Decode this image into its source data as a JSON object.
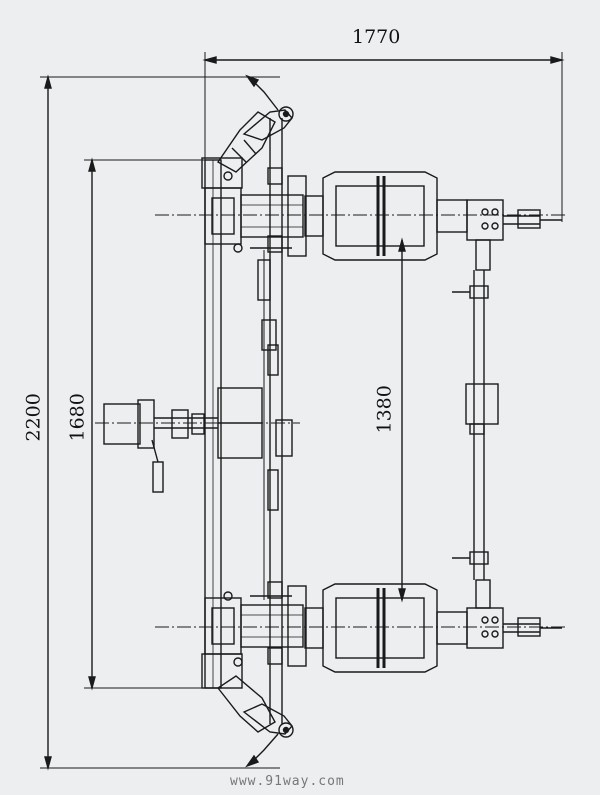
{
  "dimensions": {
    "overall_width": "1770",
    "overall_height": "2200",
    "mounting_height": "1680",
    "pole_spacing": "1380"
  },
  "watermark": "www.91way.com",
  "colors": {
    "ink": "#1a1a1a",
    "paper": "#eceef0"
  }
}
